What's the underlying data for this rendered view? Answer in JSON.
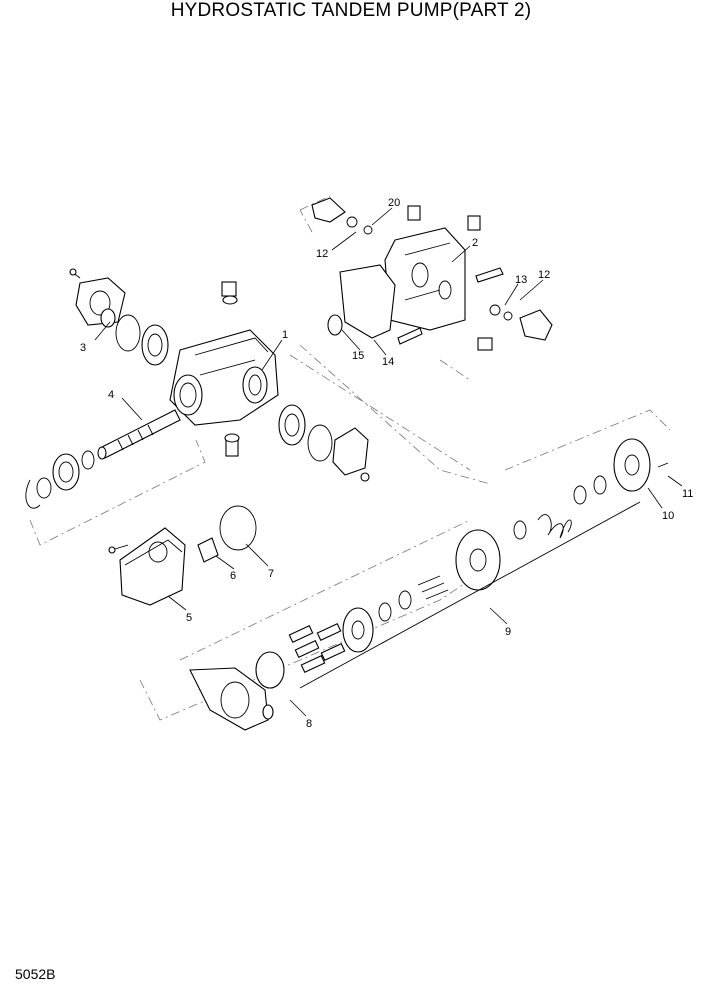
{
  "title": "HYDROSTATIC TANDEM PUMP(PART 2)",
  "page_code": "5052B",
  "callouts": {
    "c1": "1",
    "c2": "2",
    "c3": "3",
    "c4": "4",
    "c5": "5",
    "c6": "6",
    "c7": "7",
    "c8": "8",
    "c9": "9",
    "c10": "10",
    "c11": "11",
    "c12a": "12",
    "c12b": "12",
    "c13": "13",
    "c14": "14",
    "c15": "15",
    "c20": "20"
  }
}
